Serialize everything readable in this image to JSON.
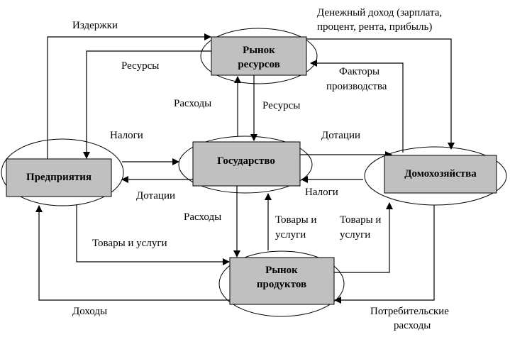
{
  "nodes": {
    "resource_market": [
      "Рынок",
      "ресурсов"
    ],
    "government": "Государство",
    "enterprises": "Предприятия",
    "households": "Домохозяйства",
    "product_market": [
      "Рынок",
      "продуктов"
    ]
  },
  "flows": {
    "costs": "Издержки",
    "resources_to_firms": "Ресурсы",
    "money_income": [
      "Денежный доход (зарплата,",
      "процент, рента, прибыль)"
    ],
    "factors": [
      "Факторы",
      "производства"
    ],
    "gov_spending_resources": "Расходы",
    "resources_to_gov": "Ресурсы",
    "taxes_firms": "Налоги",
    "subsidies_households": "Дотации",
    "subsidies_firms": "Дотации",
    "taxes_households": "Налоги",
    "gov_spending_products": "Расходы",
    "goods_to_gov": [
      "Товары и",
      "услуги"
    ],
    "goods_to_households": [
      "Товары и",
      "услуги"
    ],
    "goods_from_firms": "Товары и услуги",
    "revenue": "Доходы",
    "consumer_spending": [
      "Потребительские",
      "расходы"
    ]
  }
}
